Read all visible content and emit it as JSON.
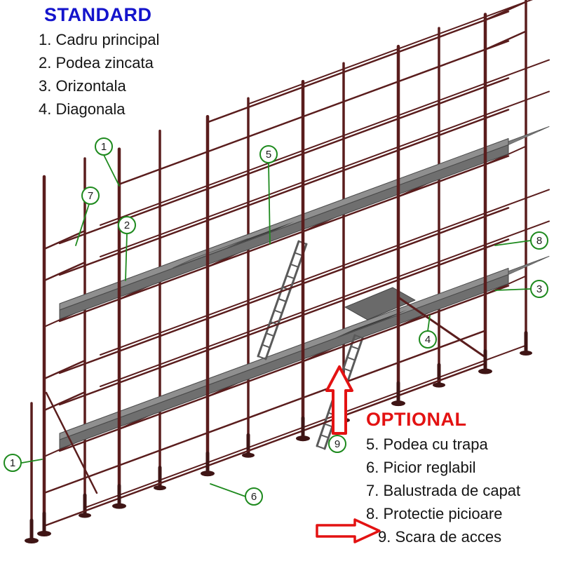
{
  "colors": {
    "structure": "#5a1d1d",
    "deck": "#9a9a9a",
    "callout": "#1e8a1e",
    "arrow": "#e31212",
    "standard_title": "#1414cc",
    "optional_title": "#e31212"
  },
  "legend_standard": {
    "title": "STANDARD",
    "items": [
      "1. Cadru principal",
      "2. Podea zincata",
      "3. Orizontala",
      "4. Diagonala"
    ]
  },
  "legend_optional": {
    "title": "OPTIONAL",
    "items": [
      "5. Podea cu trapa",
      "6. Picior reglabil",
      "7. Balustrada de capat",
      "8. Protectie picioare",
      "9. Scara de acces"
    ]
  },
  "callouts": [
    {
      "label": "1"
    },
    {
      "label": "7"
    },
    {
      "label": "2"
    },
    {
      "label": "5"
    },
    {
      "label": "8"
    },
    {
      "label": "3"
    },
    {
      "label": "4"
    },
    {
      "label": "9"
    },
    {
      "label": "1"
    },
    {
      "label": "6"
    }
  ]
}
